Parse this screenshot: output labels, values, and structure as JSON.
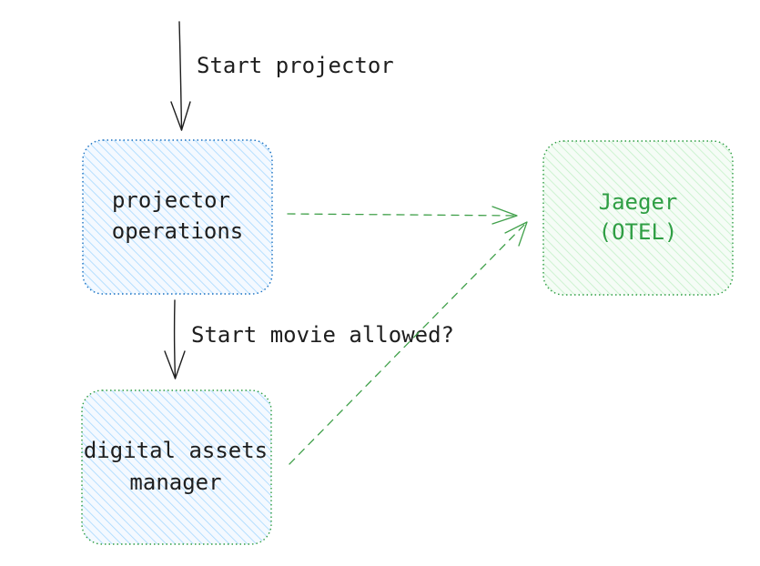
{
  "nodes": {
    "projector_operations": {
      "line1": "projector",
      "line2": "operations",
      "fill": "#a5d8ff",
      "stroke": "#1971c2",
      "text_color": "#1e1e1e"
    },
    "digital_assets_manager": {
      "line1": "digital assets",
      "line2": "manager",
      "fill": "#a5d8ff",
      "stroke": "#2f9e44",
      "text_color": "#1e1e1e"
    },
    "jaeger": {
      "line1": "Jaeger",
      "line2": "(OTEL)",
      "fill": "#b2f2bb",
      "stroke": "#2f9e44",
      "text_color": "#2f9e44"
    }
  },
  "edges": {
    "start_projector": {
      "label": "Start projector",
      "color": "#1e1e1e"
    },
    "start_movie_allowed": {
      "label": "Start movie allowed?",
      "color": "#1e1e1e"
    },
    "telemetry_color": "#40a04a"
  }
}
